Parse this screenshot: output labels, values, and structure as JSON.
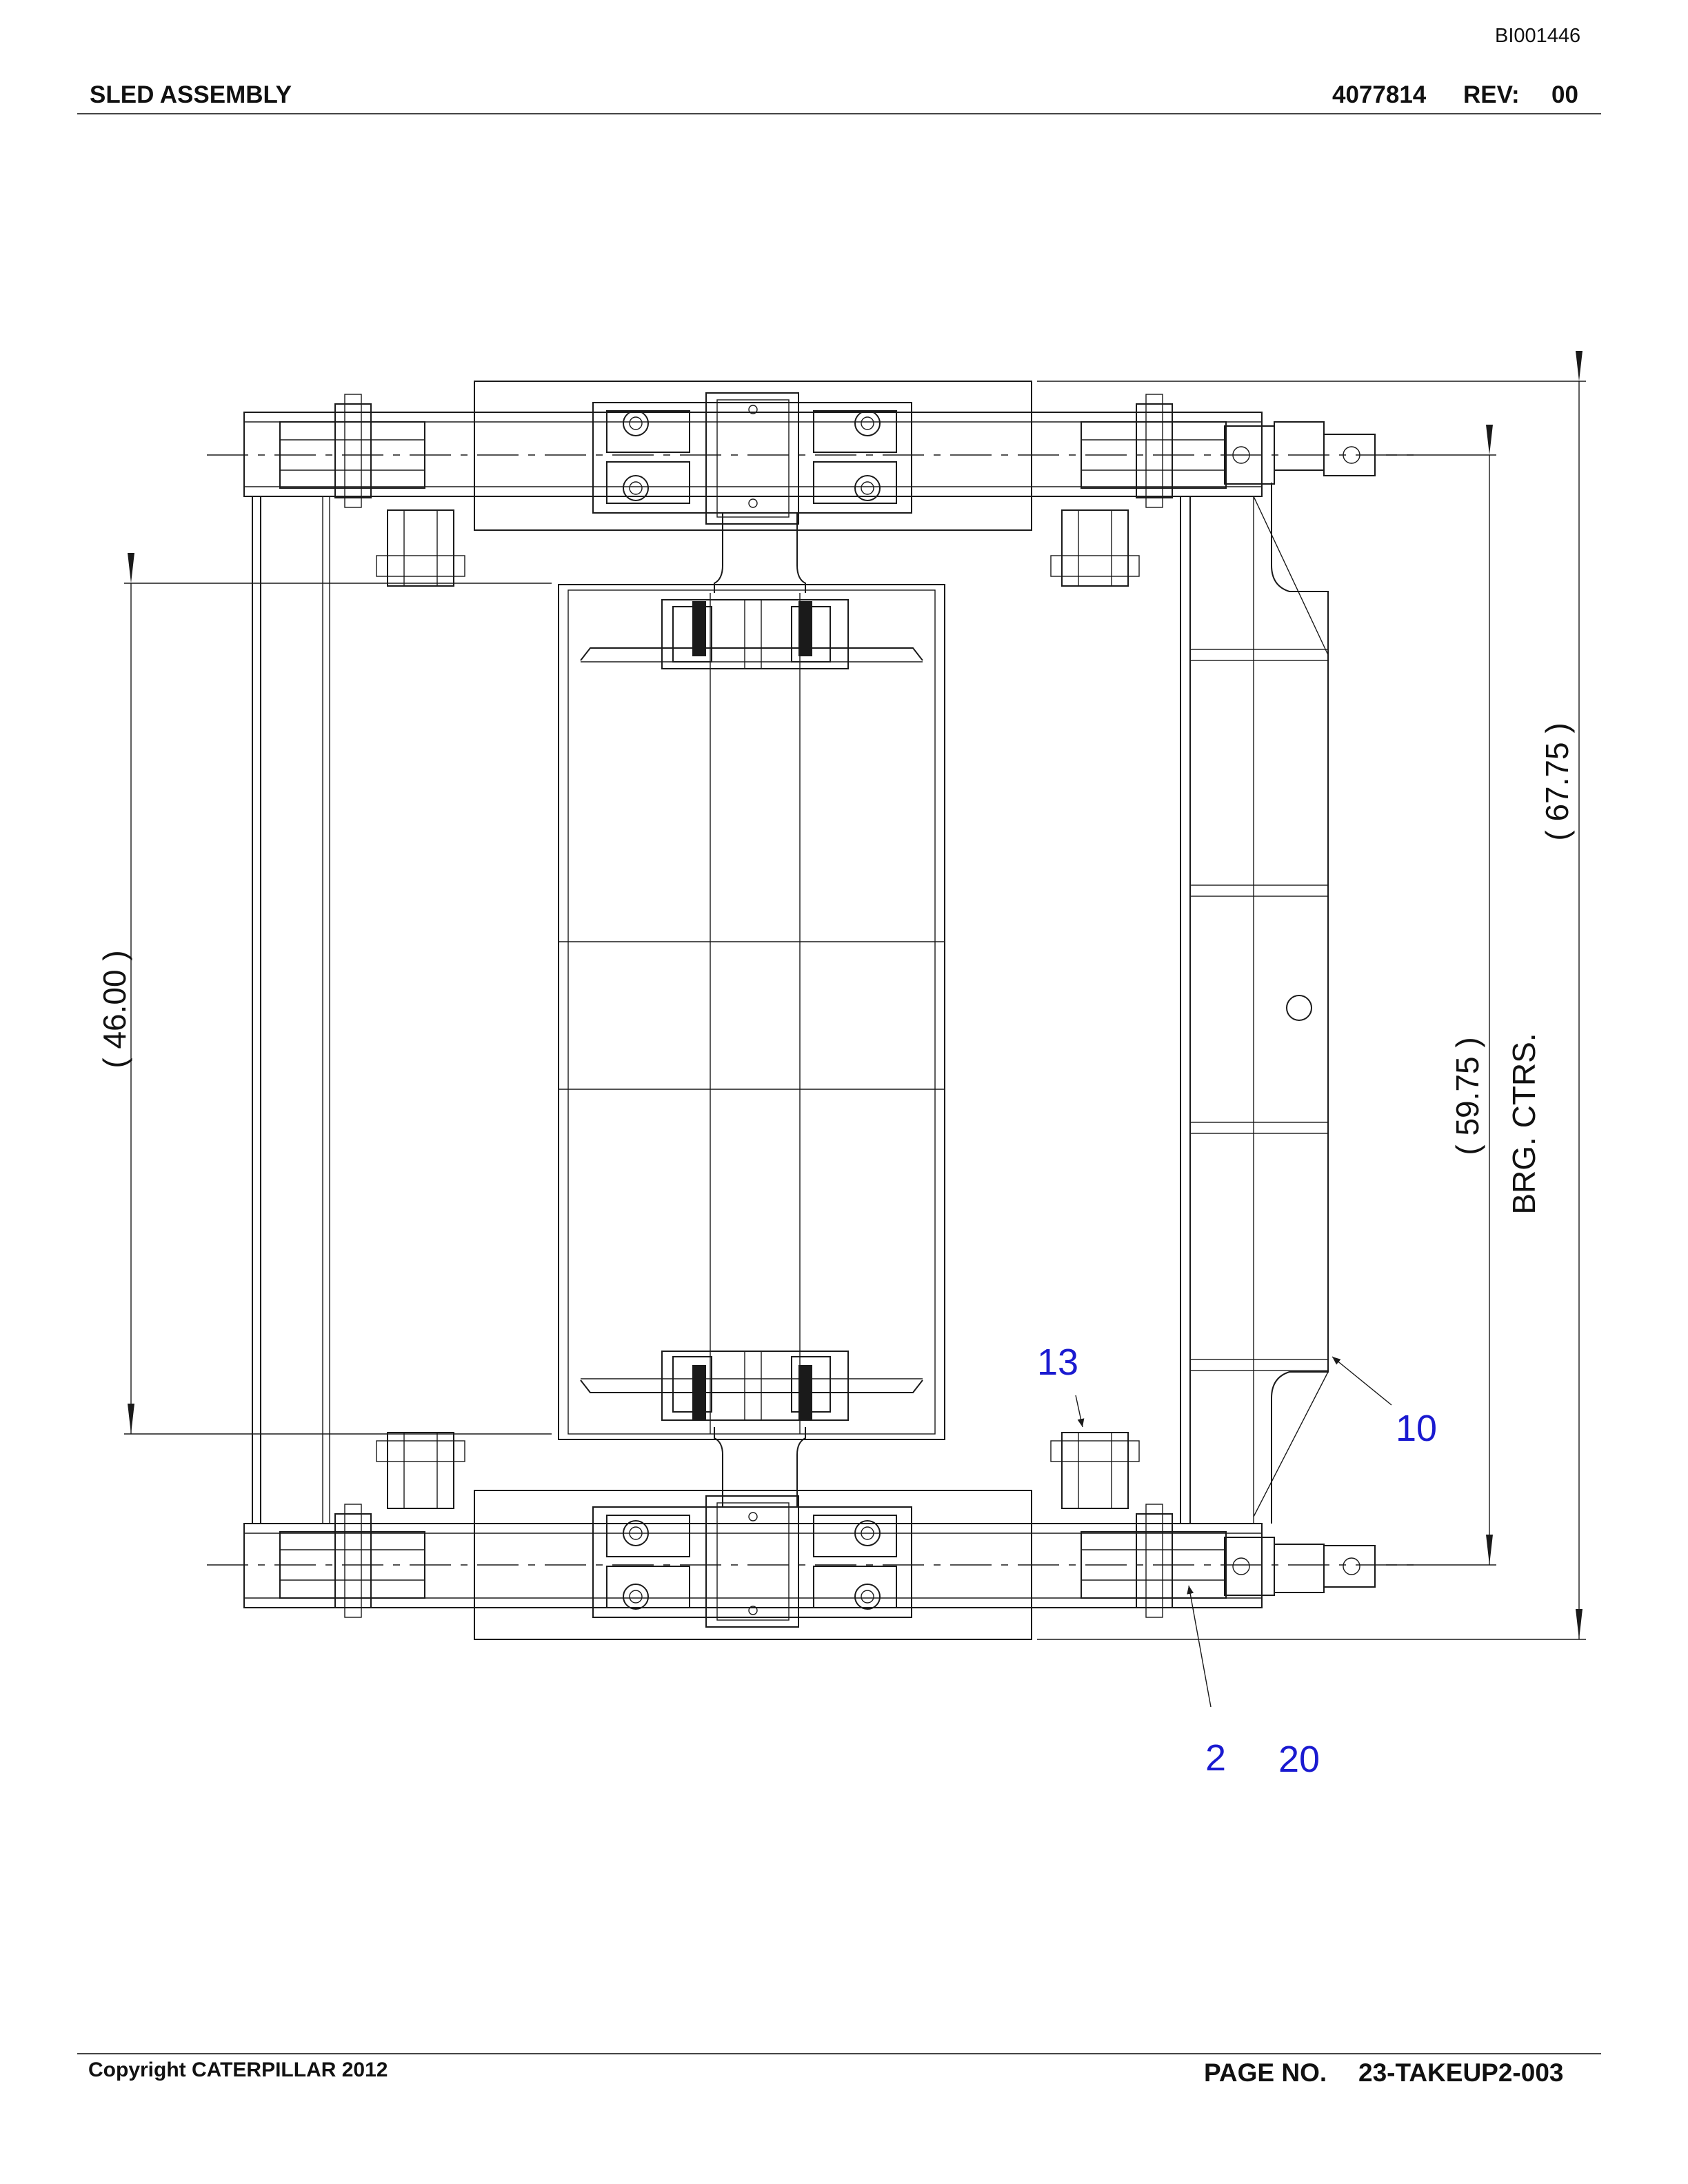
{
  "document": {
    "doc_id": "BI001446",
    "title": "SLED ASSEMBLY",
    "part_number": "4077814",
    "rev_label": "REV:",
    "rev_value": "00",
    "copyright": "Copyright CATERPILLAR 2012",
    "page_label": "PAGE NO.",
    "page_value": "23-TAKEUP2-003"
  },
  "dimensions": {
    "left_height": "( 46.00 )",
    "overall_height": "( 67.75 )",
    "bearing_centers": "( 59.75 )",
    "bearing_centers_label": "BRG. CTRS."
  },
  "callouts": {
    "item_13": "13",
    "item_10": "10",
    "item_2": "2",
    "item_20": "20"
  },
  "colors": {
    "callout": "#1a1ad0",
    "line": "#1a1a1a"
  }
}
